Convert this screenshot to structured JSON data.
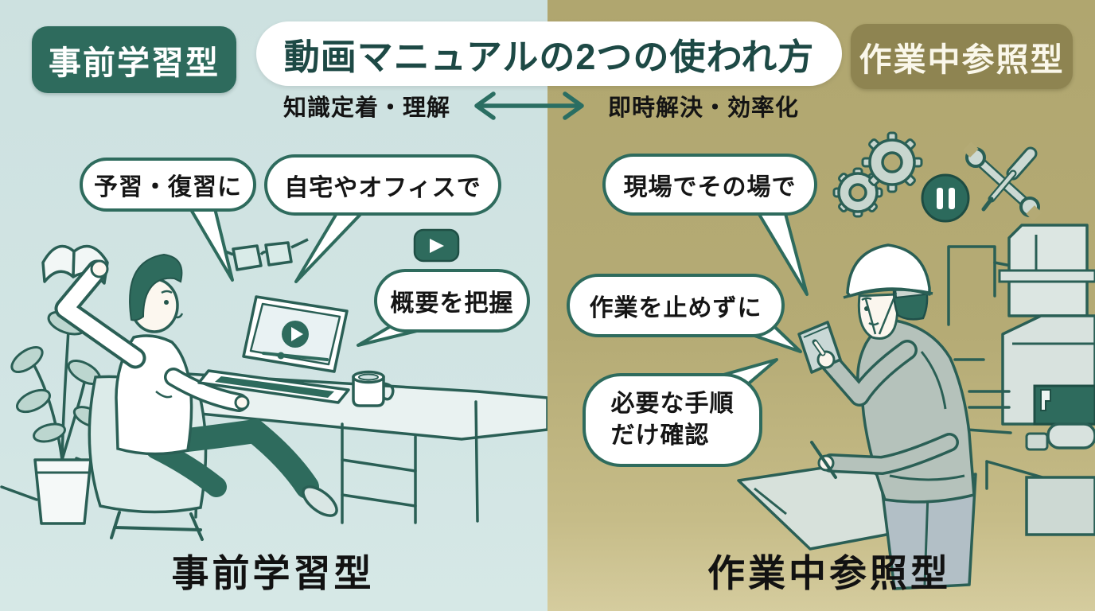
{
  "header": {
    "left_badge": "事前学習型",
    "title": "動画マニュアルの2つの使われ方",
    "right_badge": "作業中参照型",
    "axis_left": "知識定着・理解",
    "axis_right": "即時解決・効率化"
  },
  "left_panel": {
    "caption": "事前学習型",
    "bubbles": [
      {
        "text": "予習・復習に"
      },
      {
        "text": "自宅やオフィスで"
      },
      {
        "text": "概要を把握"
      }
    ],
    "icons": [
      "open-book",
      "glasses",
      "video-play-badge",
      "laptop-video-player",
      "coffee-mug",
      "potted-plant",
      "desk-chair-person"
    ]
  },
  "right_panel": {
    "caption": "作業中参照型",
    "bubbles": [
      {
        "text": "現場でその場で"
      },
      {
        "text": "作業を止めずに"
      },
      {
        "text": "必要な手順\nだけ確認"
      }
    ],
    "icons": [
      "gears",
      "pause-button",
      "wrench-screwdriver",
      "smartphone",
      "hard-hat-worker",
      "factory-equipment"
    ]
  },
  "colors": {
    "left_bg": "#cfe2e1",
    "right_bg": "#b4aa75",
    "teal": "#2e6b5d",
    "title_text": "#1d4945",
    "right_badge_bg": "#8e8451",
    "bubble_border": "#2e6b5d",
    "arrow": "#2a6e62",
    "text_dark": "#141414"
  }
}
